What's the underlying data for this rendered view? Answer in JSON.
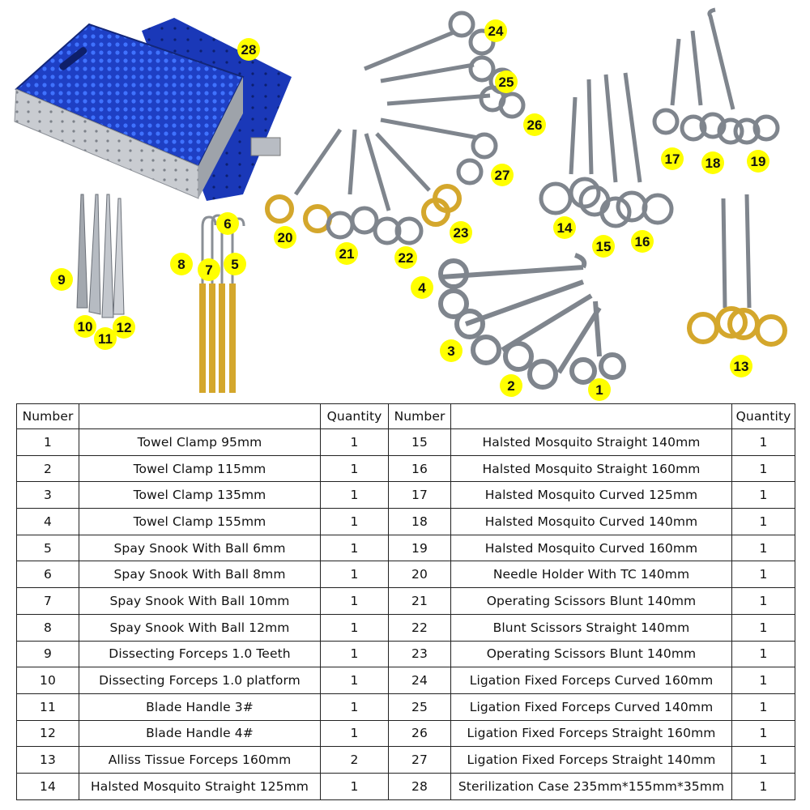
{
  "colors": {
    "badge": "#ffff00",
    "tray_blue": "#1e3fc4",
    "tray_silver": "#c9ccd1",
    "steel": "#8a8f96",
    "gold": "#d4a72c",
    "table_border": "#222222"
  },
  "item_labels": [
    "1",
    "2",
    "3",
    "4",
    "5",
    "6",
    "7",
    "8",
    "9",
    "10",
    "11",
    "12",
    "13",
    "14",
    "15",
    "16",
    "17",
    "18",
    "19",
    "20",
    "21",
    "22",
    "23",
    "24",
    "25",
    "26",
    "27",
    "28"
  ],
  "table": {
    "headers": {
      "number": "Number",
      "name": "",
      "quantity": "Quantity"
    },
    "rows": [
      {
        "left": {
          "number": "1",
          "name": "Towel Clamp 95mm",
          "qty": "1"
        },
        "right": {
          "number": "15",
          "name": "Halsted Mosquito Straight  140mm",
          "qty": "1"
        }
      },
      {
        "left": {
          "number": "2",
          "name": "Towel Clamp 115mm",
          "qty": "1"
        },
        "right": {
          "number": "16",
          "name": "Halsted Mosquito Straight   160mm",
          "qty": "1"
        }
      },
      {
        "left": {
          "number": "3",
          "name": "Towel Clamp 135mm",
          "qty": "1"
        },
        "right": {
          "number": "17",
          "name": "Halsted Mosquito Curved   125mm",
          "qty": "1"
        }
      },
      {
        "left": {
          "number": "4",
          "name": "Towel Clamp 155mm",
          "qty": "1"
        },
        "right": {
          "number": "18",
          "name": "Halsted Mosquito Curved   140mm",
          "qty": "1"
        }
      },
      {
        "left": {
          "number": "5",
          "name": "Spay Snook With Ball 6mm",
          "qty": "1"
        },
        "right": {
          "number": "19",
          "name": "Halsted Mosquito Curved   160mm",
          "qty": "1"
        }
      },
      {
        "left": {
          "number": "6",
          "name": "Spay Snook With Ball 8mm",
          "qty": "1"
        },
        "right": {
          "number": "20",
          "name": "Needle Holder With TC  140mm",
          "qty": "1"
        }
      },
      {
        "left": {
          "number": "7",
          "name": "Spay Snook With Ball 10mm",
          "qty": "1"
        },
        "right": {
          "number": "21",
          "name": "Operating Scissors Blunt  140mm",
          "qty": "1"
        }
      },
      {
        "left": {
          "number": "8",
          "name": "Spay Snook With Ball 12mm",
          "qty": "1"
        },
        "right": {
          "number": "22",
          "name": "Blunt Scissors Straight 140mm",
          "qty": "1"
        }
      },
      {
        "left": {
          "number": "9",
          "name": "Dissecting Forceps 1.0 Teeth",
          "qty": "1"
        },
        "right": {
          "number": "23",
          "name": "Operating Scissors Blunt  140mm",
          "qty": "1"
        }
      },
      {
        "left": {
          "number": "10",
          "name": "Dissecting Forceps 1.0  platform",
          "qty": "1"
        },
        "right": {
          "number": "24",
          "name": "Ligation Fixed Forceps Curved 160mm",
          "qty": "1"
        }
      },
      {
        "left": {
          "number": "11",
          "name": "Blade Handle 3#",
          "qty": "1"
        },
        "right": {
          "number": "25",
          "name": "Ligation Fixed Forceps  Curved 140mm",
          "qty": "1"
        }
      },
      {
        "left": {
          "number": "12",
          "name": "Blade Handle 4#",
          "qty": "1"
        },
        "right": {
          "number": "26",
          "name": "Ligation Fixed Forceps Straight 160mm",
          "qty": "1"
        }
      },
      {
        "left": {
          "number": "13",
          "name": "Alliss Tissue Forceps 160mm",
          "qty": "2"
        },
        "right": {
          "number": "27",
          "name": "Ligation Fixed Forceps Straight  140mm",
          "qty": "1"
        }
      },
      {
        "left": {
          "number": "14",
          "name": "Halsted Mosquito Straight 125mm",
          "qty": "1"
        },
        "right": {
          "number": "28",
          "name": "Sterilization Case 235mm*155mm*35mm",
          "qty": "1"
        }
      }
    ]
  }
}
